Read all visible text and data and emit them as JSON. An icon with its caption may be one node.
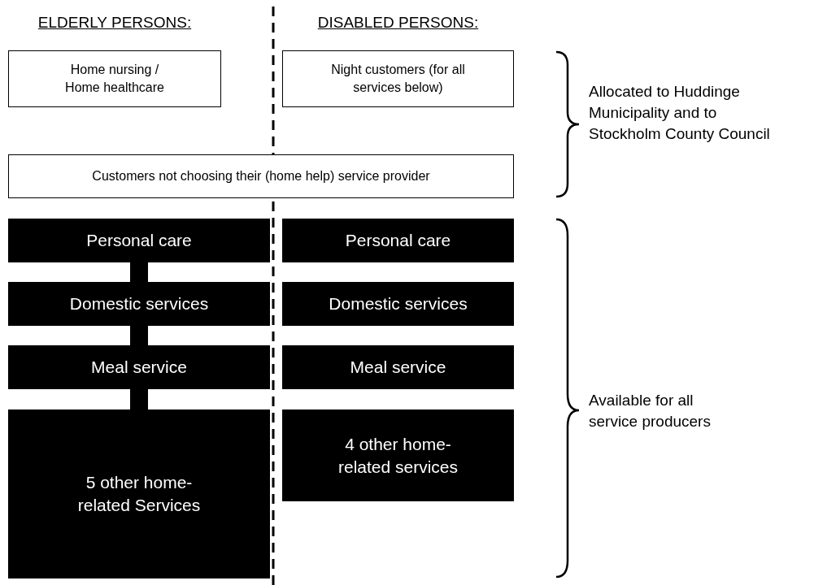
{
  "diagram": {
    "nodes": [
      {
        "text": [
          "Home nursing / Home healthcare"
        ]
      },
      {
        "text": [
          "Night customers (for all services below)"
        ]
      },
      {
        "text": [
          "Customers not choosing their (home help) service provider"
        ]
      },
      {
        "text": [
          "Personal care"
        ]
      },
      {
        "text": [
          "Domestic services"
        ]
      },
      {
        "text": [
          "Meal service"
        ]
      },
      {
        "text": [
          "5 other home-related Services"
        ]
      },
      {
        "text": [
          "Personal care"
        ]
      },
      {
        "text": [
          "Domestic services"
        ]
      },
      {
        "text": [
          "Meal service"
        ]
      },
      {
        "text": [
          "4 other home-related services"
        ]
      }
    ],
    "edges": [
      {
        "from": 3,
        "to": 4,
        "arrow": "none"
      },
      {
        "from": 4,
        "to": 5,
        "arrow": "none"
      },
      {
        "from": 5,
        "to": 6,
        "arrow": "none"
      }
    ],
    "labels": [
      "ELDERLY PERSONS:",
      "DISABLED PERSONS:",
      "Allocated to Huddinge Municipality and to Stockholm County Council",
      "Available for all service producers"
    ]
  }
}
